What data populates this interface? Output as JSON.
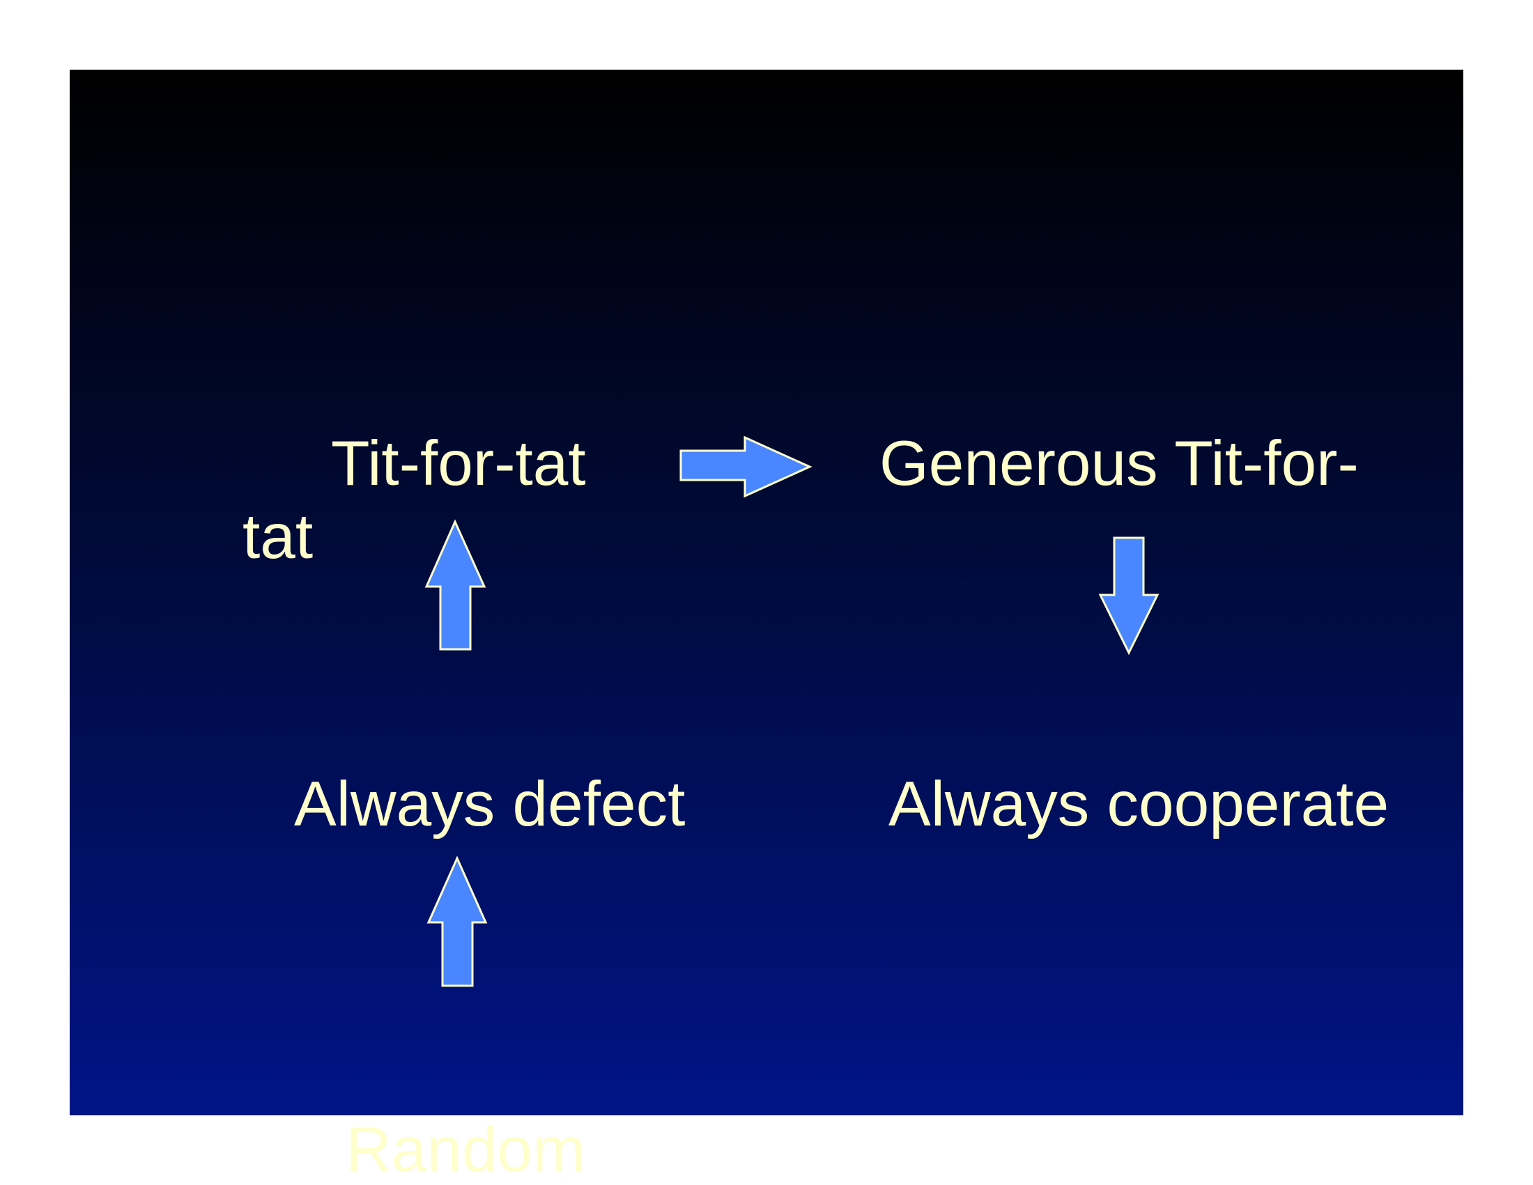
{
  "nodes": {
    "tit_for_tat": "Tit-for-tat",
    "tat_wrap": "tat",
    "generous": "Generous Tit-for-",
    "always_defect": "Always defect",
    "always_cooperate": "Always cooperate",
    "random": "Random"
  },
  "colors": {
    "text": "#ffffcc",
    "arrow_fill": "#4a86ff",
    "arrow_stroke": "#ffffcc",
    "bg_top": "#000000",
    "bg_bottom": "#001487"
  }
}
